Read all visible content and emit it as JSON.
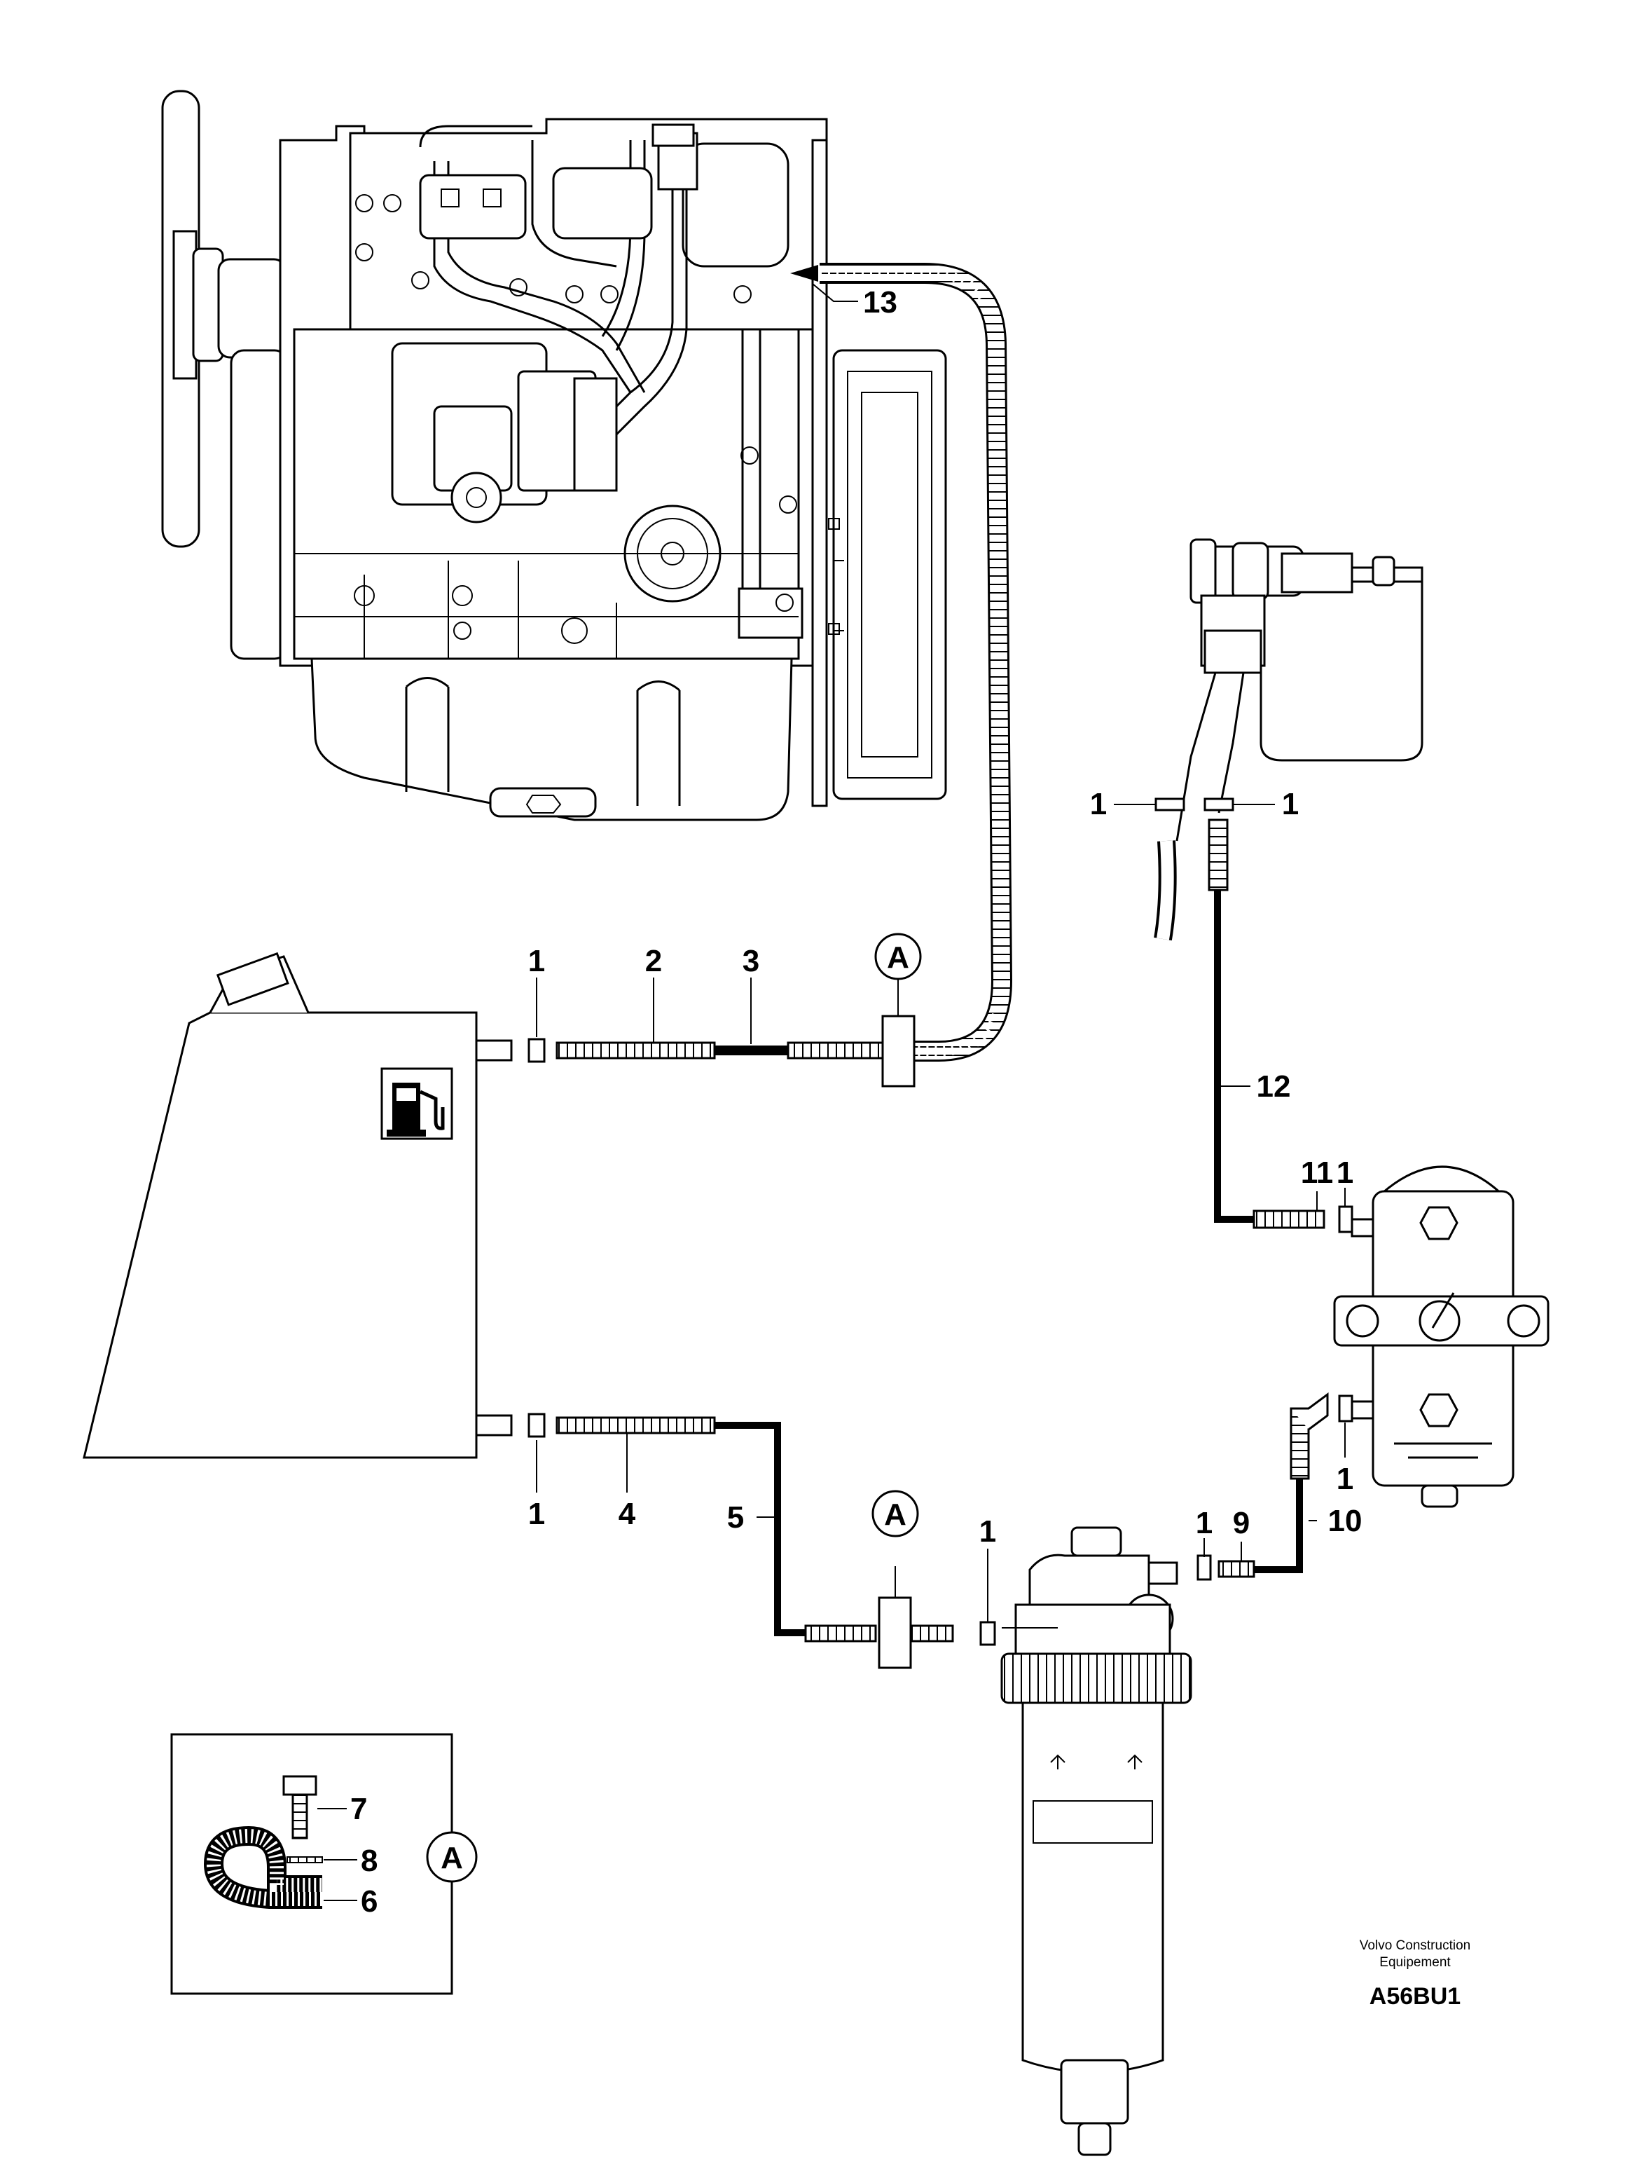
{
  "diagram": {
    "callouts": [
      {
        "key": "c13",
        "text": "13"
      },
      {
        "key": "c1a",
        "text": "1"
      },
      {
        "key": "c1b",
        "text": "1"
      },
      {
        "key": "c1c",
        "text": "1"
      },
      {
        "key": "c2",
        "text": "2"
      },
      {
        "key": "c3",
        "text": "3"
      },
      {
        "key": "c12",
        "text": "12"
      },
      {
        "key": "c11",
        "text": "11"
      },
      {
        "key": "c1d",
        "text": "1"
      },
      {
        "key": "c1e",
        "text": "1"
      },
      {
        "key": "c1f",
        "text": "1"
      },
      {
        "key": "c4",
        "text": "4"
      },
      {
        "key": "c5",
        "text": "5"
      },
      {
        "key": "c1g",
        "text": "1"
      },
      {
        "key": "c1h",
        "text": "1"
      },
      {
        "key": "c9",
        "text": "9"
      },
      {
        "key": "c10",
        "text": "10"
      },
      {
        "key": "c7",
        "text": "7"
      },
      {
        "key": "c8",
        "text": "8"
      },
      {
        "key": "c6",
        "text": "6"
      }
    ],
    "detail_marker": "A",
    "credit_line1": "Volvo Construction",
    "credit_line2": "Equipement",
    "drawing_code": "A56BU1"
  }
}
